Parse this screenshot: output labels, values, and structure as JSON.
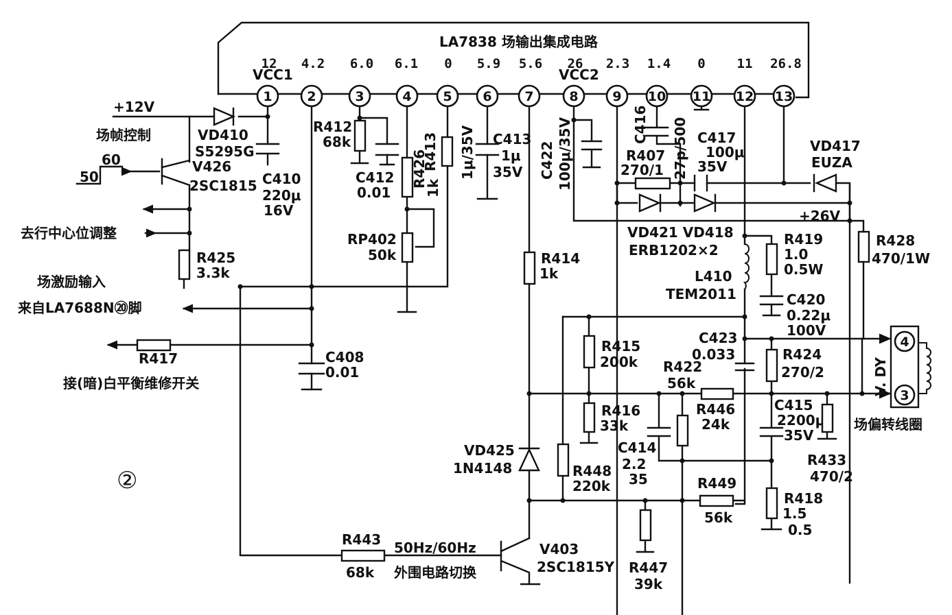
{
  "ic": {
    "title": "LA7838 场输出集成电路",
    "pins": [
      "1",
      "2",
      "3",
      "4",
      "5",
      "6",
      "7",
      "8",
      "9",
      "10",
      "11",
      "12",
      "13"
    ],
    "voltages": [
      "12",
      "4.2",
      "6.0",
      "6.1",
      "0",
      "5.9",
      "5.6",
      "26",
      "2.3",
      "1.4",
      "0",
      "11",
      "26.8"
    ],
    "vcc1": "VCC1",
    "vcc2": "VCC2"
  },
  "inputs": {
    "plus12v": "+12V",
    "field_blank": "场帧控制",
    "ref_60": "60",
    "ref_50": "50",
    "h_center": "去行中心位调整",
    "excite_line1": "场激励输入",
    "excite_line2": "来自LA7688N⑳脚",
    "wb_switch": "接(暗)白平衡维修开关",
    "figure_no": "②"
  },
  "parts": {
    "vd410": [
      "VD410",
      "S5295G"
    ],
    "v426": [
      "V426",
      "2SC1815"
    ],
    "c410": [
      "C410",
      "220μ",
      "16V"
    ],
    "r412": [
      "R412",
      "68k"
    ],
    "c412": [
      "C412",
      "0.01"
    ],
    "r413": "R413",
    "c413_v": "1μ/35V",
    "r426": "R426",
    "r426_v": "1k",
    "c413": [
      "C413",
      "1μ",
      "35V"
    ],
    "c422": "C422",
    "c422_v": "100μ/35V",
    "c416": "C416",
    "c416_v": "27p/500",
    "r407": [
      "R407",
      "270/1"
    ],
    "c417": [
      "C417",
      "100μ",
      "35V"
    ],
    "vd417": [
      "VD417",
      "EUZA"
    ],
    "plus26v": "+26V",
    "rp402": [
      "RP402",
      "50k"
    ],
    "r425": [
      "R425",
      "3.3k"
    ],
    "r414": [
      "R414",
      "1k"
    ],
    "vd421_418": "VD421 VD418",
    "erb": "ERB1202×2",
    "l410": [
      "L410",
      "TEM2011"
    ],
    "r419": [
      "R419",
      "1.0",
      "0.5W"
    ],
    "r428": [
      "R428",
      "470/1W"
    ],
    "c420": [
      "C420",
      "0.22μ",
      "100V"
    ],
    "r417": "R417",
    "c408": [
      "C408",
      "0.01"
    ],
    "r415": [
      "R415",
      "200k"
    ],
    "c423": [
      "C423",
      "0.033"
    ],
    "r424": [
      "R424",
      "270/2"
    ],
    "r422": [
      "R422",
      "56k"
    ],
    "r446": [
      "R446",
      "24k"
    ],
    "r416": [
      "R416",
      "33k"
    ],
    "c414": [
      "C414",
      "2.2",
      "35"
    ],
    "c415": [
      "C415",
      "2200μ",
      "35V"
    ],
    "r433": [
      "R433",
      "470/2"
    ],
    "vd425": [
      "VD425",
      "1N4148"
    ],
    "r448": [
      "R448",
      "220k"
    ],
    "r449": [
      "R449",
      "56k"
    ],
    "r418": [
      "R418",
      "1.5",
      "0.5"
    ],
    "r443": [
      "R443",
      "68k"
    ],
    "sw_text1": "50Hz/60Hz",
    "sw_text2": "外围电路切换",
    "v403": [
      "V403",
      "2SC1815Y"
    ],
    "r447": [
      "R447",
      "39k"
    ],
    "dy_pin4": "4",
    "dy_pin3": "3",
    "dy_label": "V. DY",
    "yoke": "场偏转线圈"
  }
}
